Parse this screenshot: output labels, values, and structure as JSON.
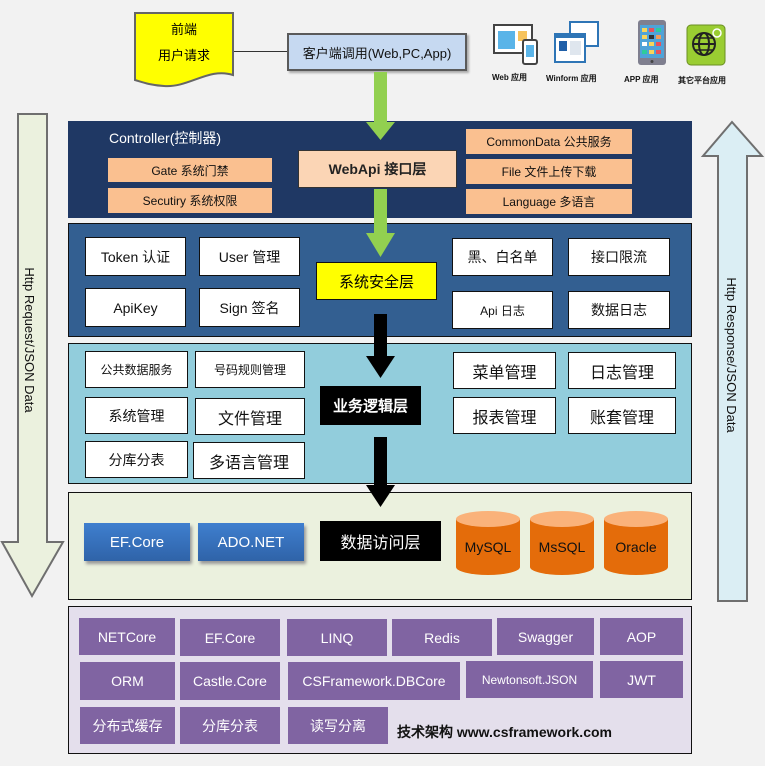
{
  "frontend": {
    "line1": "前端",
    "line2": "用户请求"
  },
  "client_call": "客户端调用(Web,PC,App)",
  "apps": [
    {
      "icon": "web-app-icon",
      "label": "Web 应用"
    },
    {
      "icon": "winform-app-icon",
      "label": "Winform 应用"
    },
    {
      "icon": "mobile-app-icon",
      "label": "APP 应用"
    },
    {
      "icon": "globe-app-icon",
      "label": "其它平台应用"
    }
  ],
  "side_arrows": {
    "left": "Http Request/JSON Data",
    "right": "Http Response/JSON Data"
  },
  "layers": {
    "webapi": {
      "title": "WebApi 接口层",
      "controller_title": "Controller(控制器)",
      "left_items": [
        "Gate  系统门禁",
        "Secutiry  系统权限"
      ],
      "right_items": [
        "CommonData 公共服务",
        "File 文件上传下载",
        "Language  多语言"
      ]
    },
    "security": {
      "title": "系统安全层",
      "left_items": [
        "Token 认证",
        "User 管理",
        "ApiKey",
        "Sign 签名"
      ],
      "right_items": [
        "黑、白名单",
        "接口限流",
        "Api 日志",
        "数据日志"
      ]
    },
    "business": {
      "title": "业务逻辑层",
      "left_items": [
        "公共数据服务",
        "号码规则管理",
        "系统管理",
        "文件管理",
        "分库分表",
        "多语言管理"
      ],
      "right_items": [
        "菜单管理",
        "日志管理",
        "报表管理",
        "账套管理"
      ]
    },
    "data_access": {
      "title": "数据访问层",
      "frameworks": [
        "EF.Core",
        "ADO.NET"
      ],
      "databases": [
        "MySQL",
        "MsSQL",
        "Oracle"
      ]
    },
    "tech": {
      "row1": [
        "NETCore",
        "EF.Core",
        "LINQ",
        "Redis",
        "Swagger",
        "AOP"
      ],
      "row2": [
        "ORM",
        "Castle.Core",
        "CSFramework.DBCore",
        "Newtonsoft.JSON",
        "JWT"
      ],
      "row3": [
        "分布式缓存",
        "分库分表",
        "读写分离"
      ],
      "footer": "技术架构 www.csframework.com"
    }
  },
  "colors": {
    "webapi_layer": "#1f3864",
    "security_layer": "#335f91",
    "business_layer": "#92cddc",
    "data_layer": "#ebf1de",
    "tech_layer": "#e4dfec",
    "green_arrow": "#92d050",
    "peach": "#fac090",
    "purple": "#8064a2",
    "db_orange": "#f79646"
  }
}
